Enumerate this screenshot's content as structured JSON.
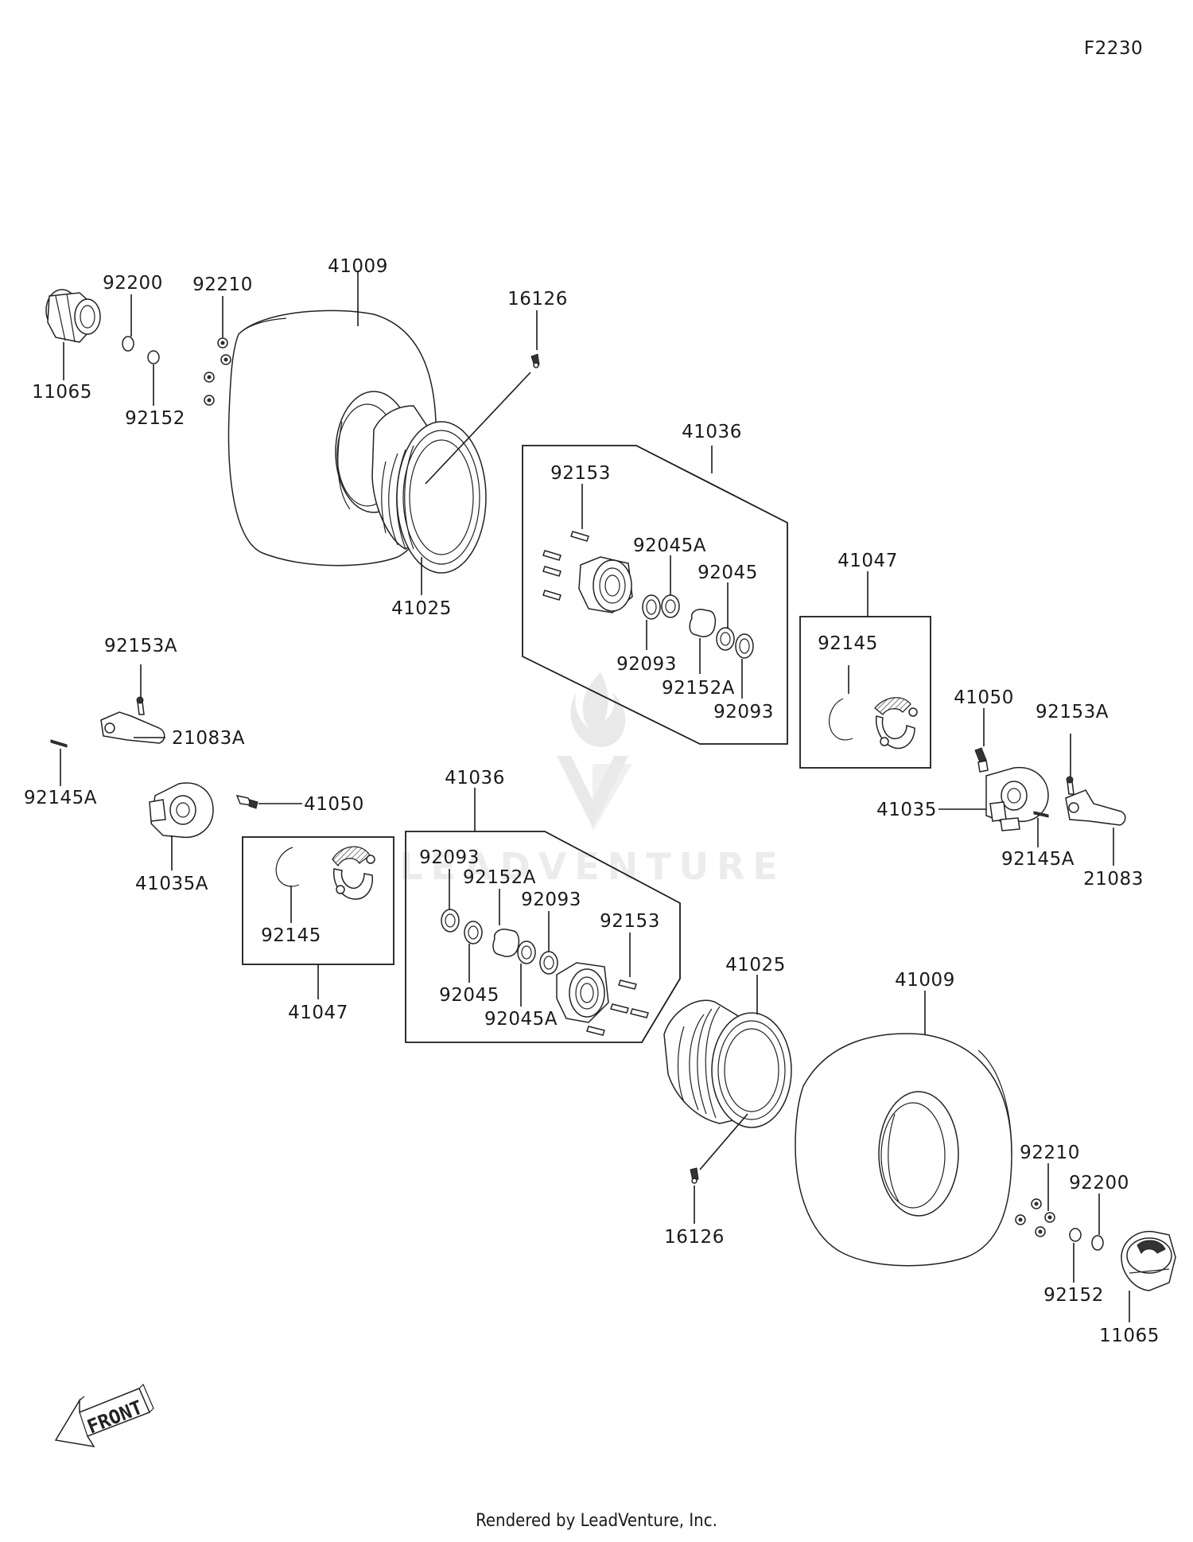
{
  "diagram_id": "F2230",
  "watermark": "LEADVENTURE",
  "footer": "Rendered by LeadVenture, Inc.",
  "front_label": "FRONT",
  "labels": {
    "tl_11065": "11065",
    "tl_92200": "92200",
    "tl_92210": "92210",
    "tl_92152": "92152",
    "tl_41009": "41009",
    "tl_16126": "16126",
    "tl_41025": "41025",
    "ur_41036": "41036",
    "ur_92153": "92153",
    "ur_92045A": "92045A",
    "ur_92045": "92045",
    "ur_92093a": "92093",
    "ur_92152A": "92152A",
    "ur_92093b": "92093",
    "rb_41047": "41047",
    "rb_92145": "92145",
    "r_41050": "41050",
    "r_92153A": "92153A",
    "r_41035": "41035",
    "r_92145A": "92145A",
    "r_21083": "21083",
    "l_92153A": "92153A",
    "l_21083A": "21083A",
    "l_92145A": "92145A",
    "l_41050": "41050",
    "l_41035A": "41035A",
    "lb_92145": "92145",
    "lb_41047": "41047",
    "lc_41036": "41036",
    "lc_92093a": "92093",
    "lc_92152A": "92152A",
    "lc_92093b": "92093",
    "lc_92153": "92153",
    "lc_92045": "92045",
    "lc_92045A": "92045A",
    "br_41025": "41025",
    "br_41009": "41009",
    "br_16126": "16126",
    "br_92210": "92210",
    "br_92200": "92200",
    "br_92152": "92152",
    "br_11065": "11065"
  }
}
